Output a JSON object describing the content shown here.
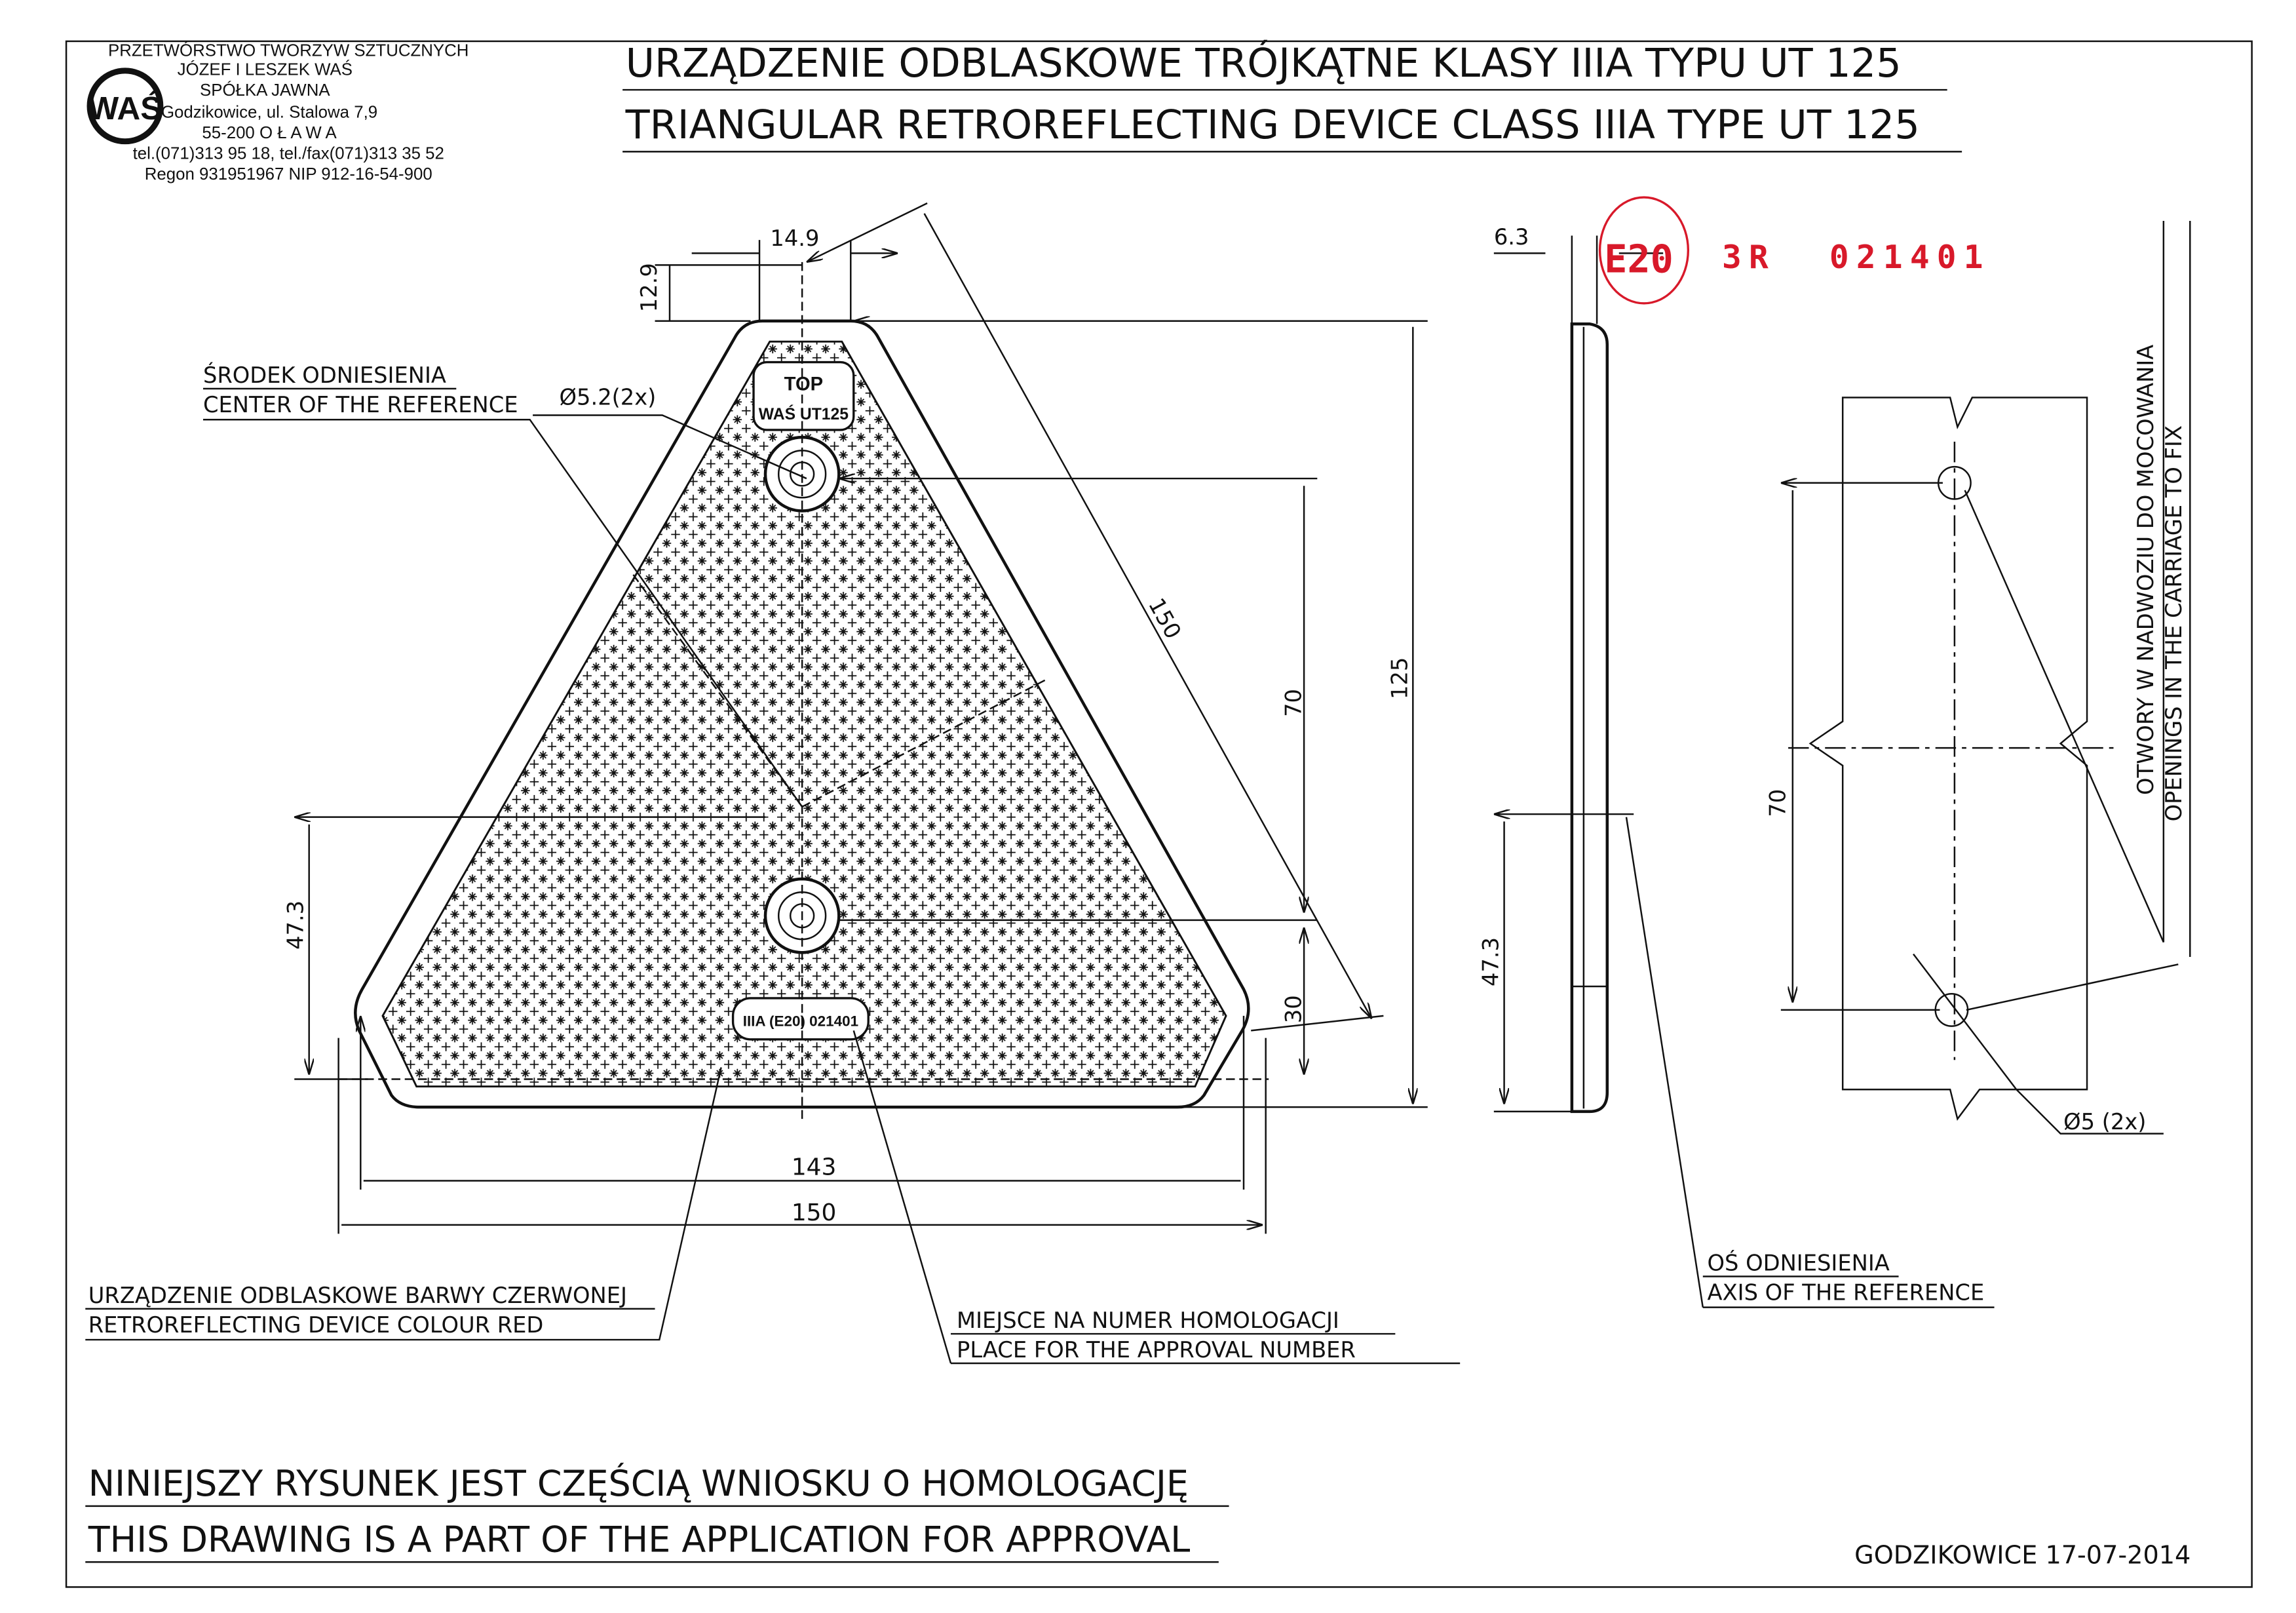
{
  "company": {
    "logo_text": "WAŚ",
    "lines": [
      "PRZETWÓRSTWO TWORZYW SZTUCZNYCH",
      "JÓZEF I LESZEK WAŚ",
      "SPÓŁKA JAWNA",
      "Godzikowice, ul. Stalowa 7,9",
      "55-200   O Ł A W A",
      "tel.(071)313 95 18, tel./fax(071)313 35 52",
      "Regon 931951967 NIP 912-16-54-900"
    ]
  },
  "title": {
    "pl": "URZĄDZENIE ODBLASKOWE TRÓJKĄTNE KLASY IIIA TYPU  UT 125",
    "en": "TRIANGULAR RETROREFLECTING DEVICE CLASS IIIA TYPE  UT 125"
  },
  "device_marks": {
    "top": "TOP",
    "model": "WAŚ UT125",
    "approval": "IIIA (E20) 021401"
  },
  "stamp": {
    "e_mark": "E20",
    "approval": "3R  021401",
    "color": "#d8192a"
  },
  "dimensions": {
    "d14_9": "14.9",
    "d12_9": "12.9",
    "d150_diag": "150",
    "hole": "Ø5.2(2x)",
    "d125": "125",
    "d70": "70",
    "d30": "30",
    "d47_3": "47.3",
    "d143": "143",
    "d150": "150",
    "d6_3": "6.3",
    "d47_3_side": "47.3",
    "d70_right": "70",
    "hole_right": "Ø5 (2x)"
  },
  "labels": {
    "center_pl": "ŚRODEK ODNIESIENIA",
    "center_en": "CENTER OF THE REFERENCE",
    "device_pl": "URZĄDZENIE ODBLASKOWE BARWY CZERWONEJ",
    "device_en": "RETROREFLECTING DEVICE COLOUR RED",
    "approval_pl": "MIEJSCE NA NUMER HOMOLOGACJI",
    "approval_en": "PLACE FOR THE APPROVAL NUMBER",
    "axis_pl": "OŚ ODNIESIENIA",
    "axis_en": "AXIS OF THE REFERENCE",
    "openings_pl": "OTWORY W NADWOZIU DO MOCOWANIA",
    "openings_en": "OPENINGS IN THE CARRIAGE TO FIX"
  },
  "footer": {
    "pl": "NINIEJSZY RYSUNEK JEST CZĘŚCIĄ WNIOSKU O  HOMOLOGACJĘ",
    "en": "THIS DRAWING IS A PART OF THE APPLICATION FOR  APPROVAL",
    "place_date": "GODZIKOWICE 17-07-2014"
  }
}
